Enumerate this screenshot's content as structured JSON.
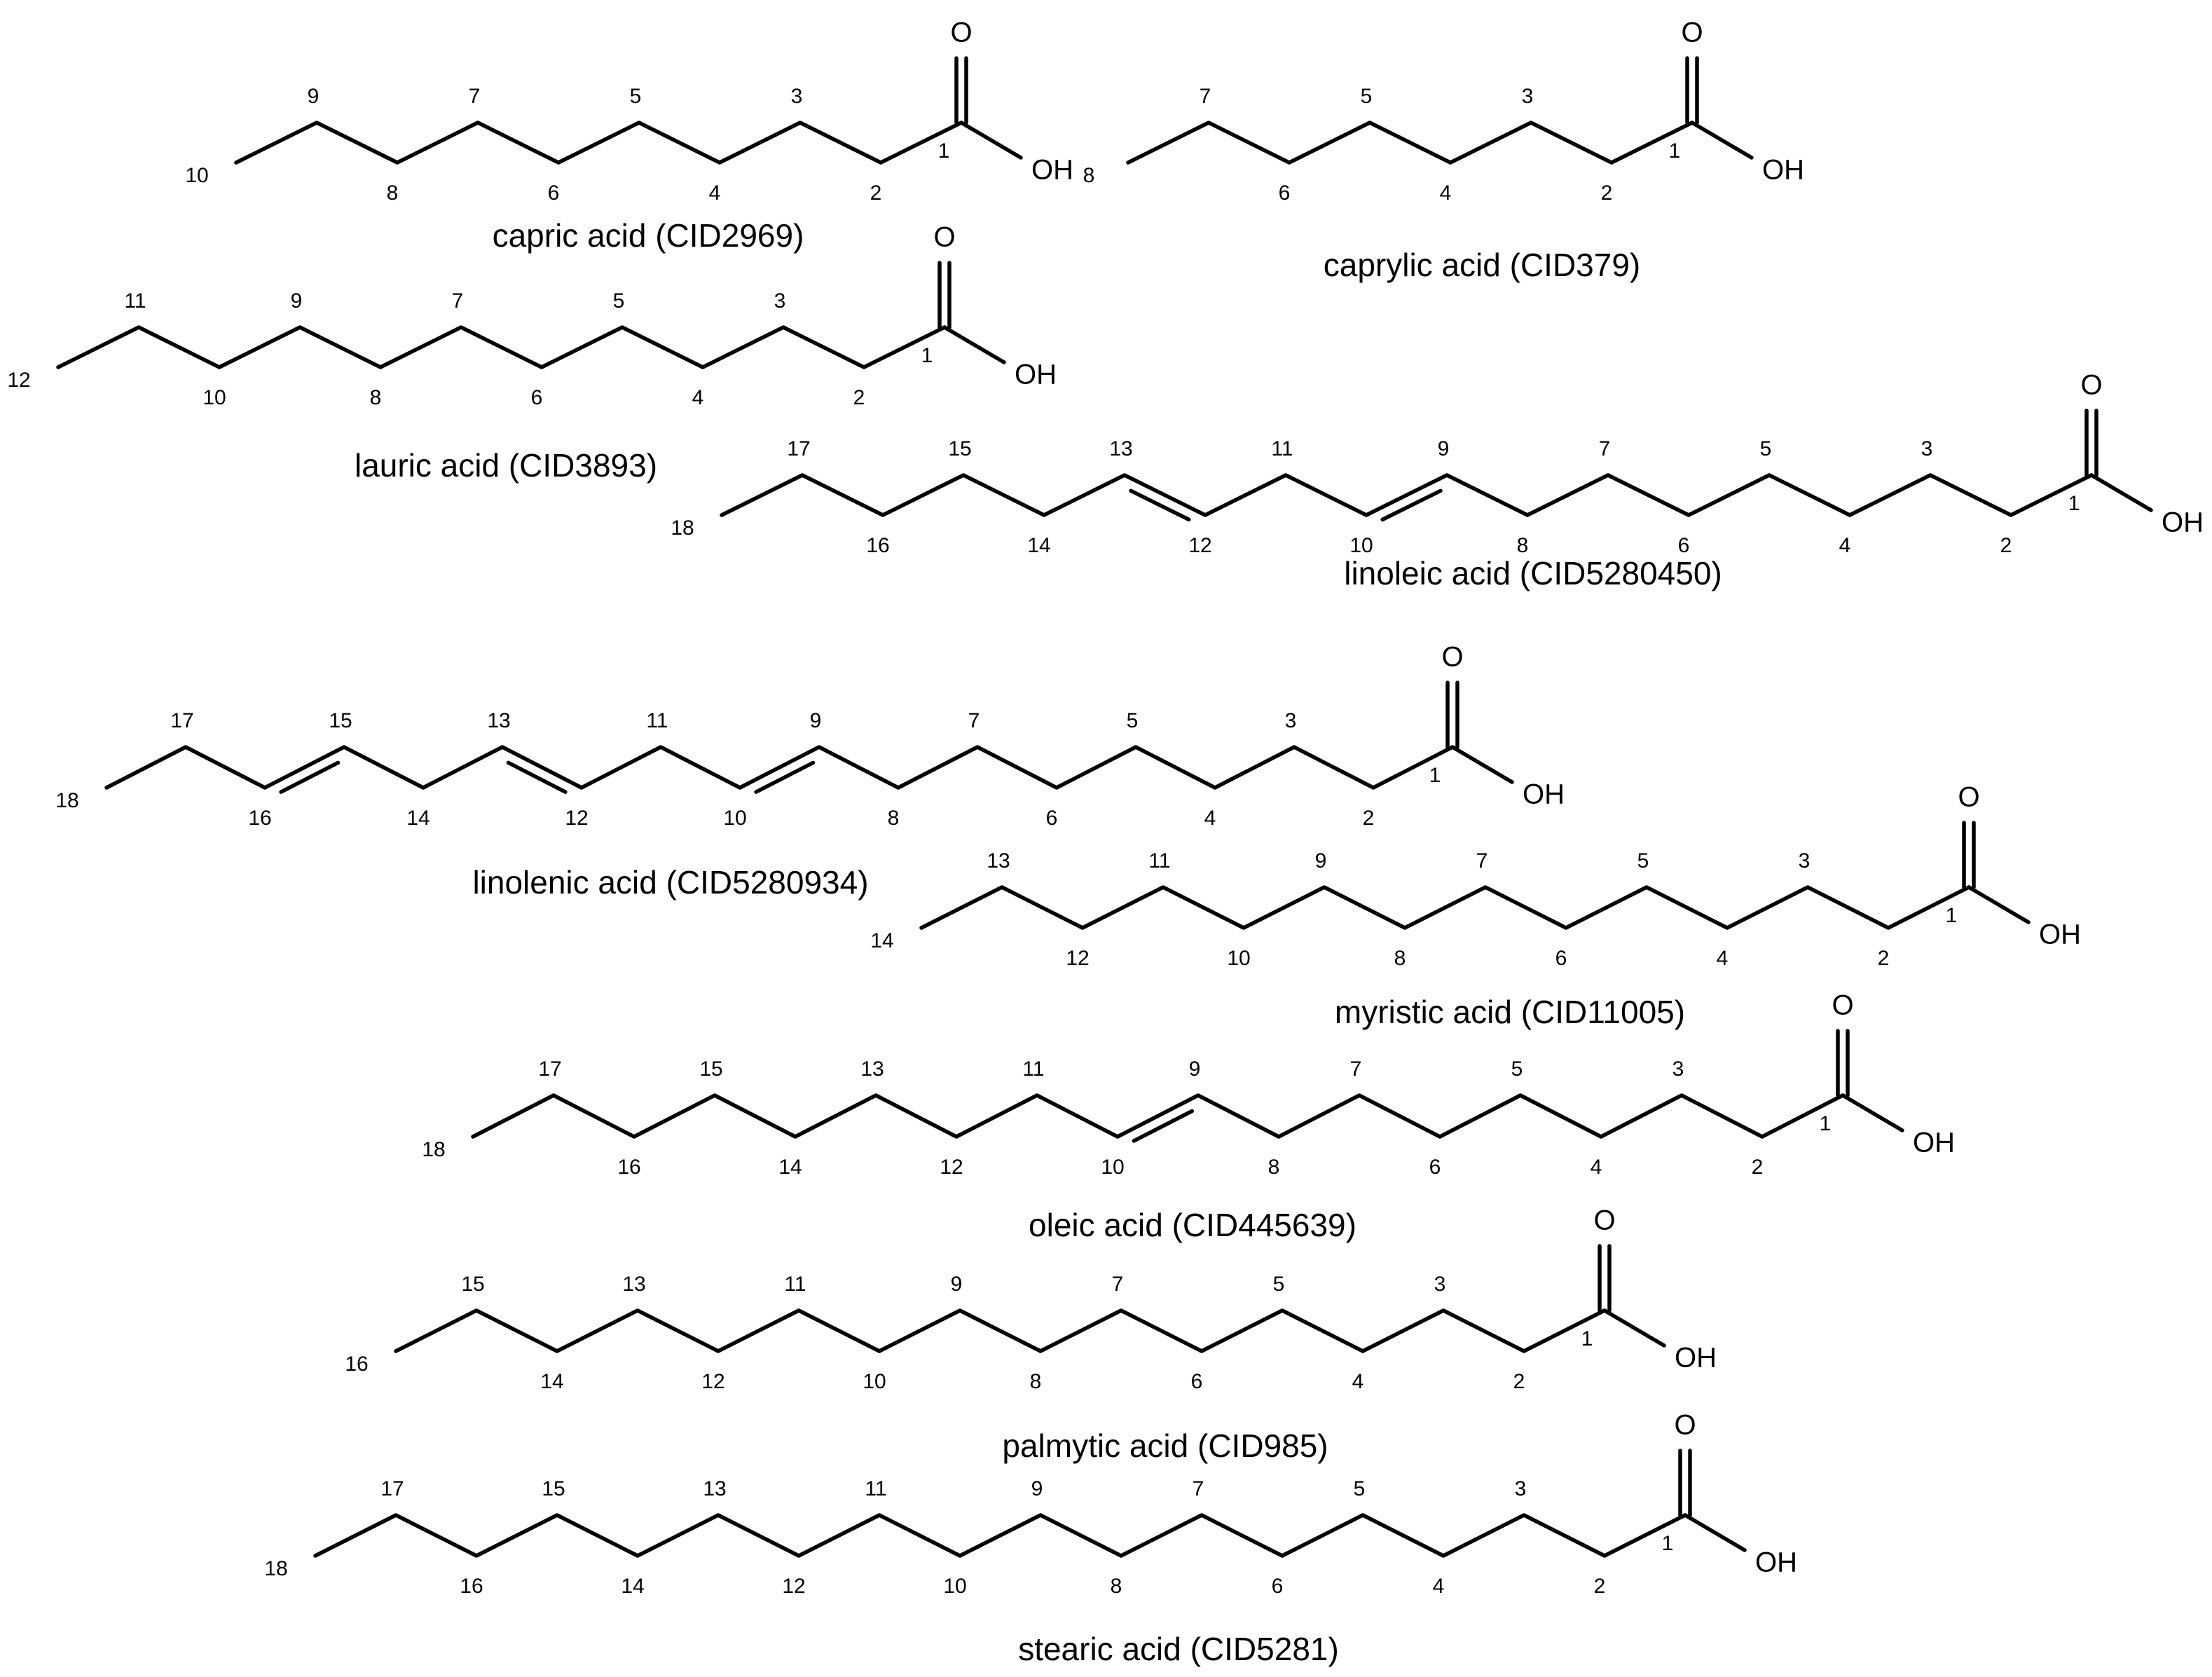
{
  "colors": {
    "background": "#ffffff",
    "ink": "#000000"
  },
  "molecules": [
    {
      "id": "capric",
      "name": "capric acid (CID2969)",
      "carbons": 10,
      "double_bonds": [],
      "labels": {
        "oxygen": "O",
        "hydroxyl": "OH"
      }
    },
    {
      "id": "caprylic",
      "name": "caprylic acid (CID379)",
      "carbons": 8,
      "double_bonds": [],
      "labels": {
        "oxygen": "O",
        "hydroxyl": "OH"
      }
    },
    {
      "id": "lauric",
      "name": "lauric acid (CID3893)",
      "carbons": 12,
      "double_bonds": [],
      "labels": {
        "oxygen": "O",
        "hydroxyl": "OH"
      }
    },
    {
      "id": "linoleic",
      "name": "linoleic acid (CID5280450)",
      "carbons": 18,
      "double_bonds": [
        [
          9,
          10
        ],
        [
          12,
          13
        ]
      ],
      "labels": {
        "oxygen": "O",
        "hydroxyl": "OH"
      }
    },
    {
      "id": "linolenic",
      "name": "linolenic acid (CID5280934)",
      "carbons": 18,
      "double_bonds": [
        [
          9,
          10
        ],
        [
          12,
          13
        ],
        [
          15,
          16
        ]
      ],
      "labels": {
        "oxygen": "O",
        "hydroxyl": "OH"
      }
    },
    {
      "id": "myristic",
      "name": "myristic acid (CID11005)",
      "carbons": 14,
      "double_bonds": [],
      "labels": {
        "oxygen": "O",
        "hydroxyl": "OH"
      }
    },
    {
      "id": "oleic",
      "name": "oleic acid (CID445639)",
      "carbons": 18,
      "double_bonds": [
        [
          9,
          10
        ]
      ],
      "labels": {
        "oxygen": "O",
        "hydroxyl": "OH"
      }
    },
    {
      "id": "palmytic",
      "name": "palmytic acid (CID985)",
      "carbons": 16,
      "double_bonds": [],
      "labels": {
        "oxygen": "O",
        "hydroxyl": "OH"
      }
    },
    {
      "id": "stearic",
      "name": "stearic acid (CID5281)",
      "carbons": 18,
      "double_bonds": [],
      "labels": {
        "oxygen": "O",
        "hydroxyl": "OH"
      }
    }
  ]
}
